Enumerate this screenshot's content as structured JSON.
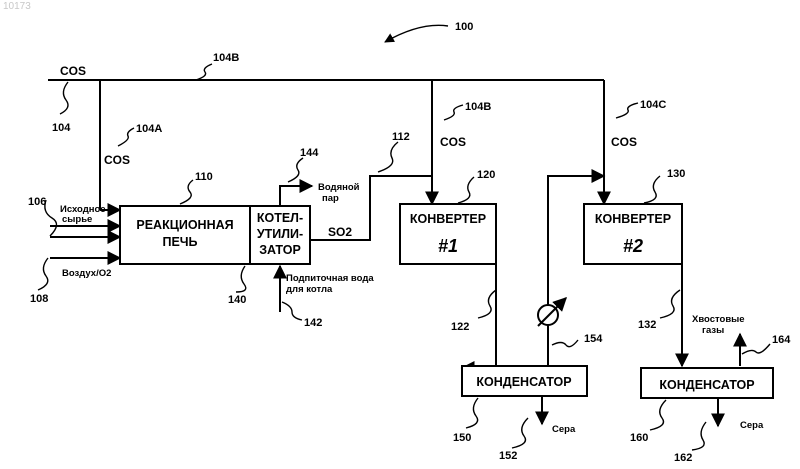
{
  "watermark": "10173",
  "figure_ref": "100",
  "streams": {
    "cos_main": "COS",
    "cos_a": "COS",
    "cos_b": "COS",
    "cos_c": "COS",
    "so2": "SO2",
    "feed": "Исходное сырье",
    "air": "Воздух/О2",
    "steam": "Водяной пар",
    "boiler_water": "Подпиточная вода для котла",
    "tail_gas": "Хвостовые газы",
    "sulfur_1": "Сера",
    "sulfur_2": "Сера"
  },
  "units": {
    "furnace": {
      "label_1": "РЕАКЦИОННАЯ",
      "label_2": "ПЕЧЬ",
      "ref": "110"
    },
    "boiler": {
      "label_1": "КОТЕЛ-",
      "label_2": "УТИЛИ-",
      "label_3": "ЗАТОР",
      "ref": "140"
    },
    "converter_1": {
      "label": "КОНВЕРТЕР",
      "number": "#1",
      "ref": "120"
    },
    "converter_2": {
      "label": "КОНВЕРТЕР",
      "number": "#2",
      "ref": "130"
    },
    "condenser_1": {
      "label": "КОНДЕНСАТОР",
      "ref": "150"
    },
    "condenser_2": {
      "label": "КОНДЕНСАТОР",
      "ref": "160"
    }
  },
  "refs": {
    "r104": "104",
    "r104a": "104A",
    "r104b_top": "104B",
    "r104b": "104B",
    "r104c": "104C",
    "r106": "106",
    "r108": "108",
    "r112": "112",
    "r122": "122",
    "r132": "132",
    "r142": "142",
    "r144": "144",
    "r152": "152",
    "r154": "154",
    "r162": "162",
    "r164": "164"
  }
}
